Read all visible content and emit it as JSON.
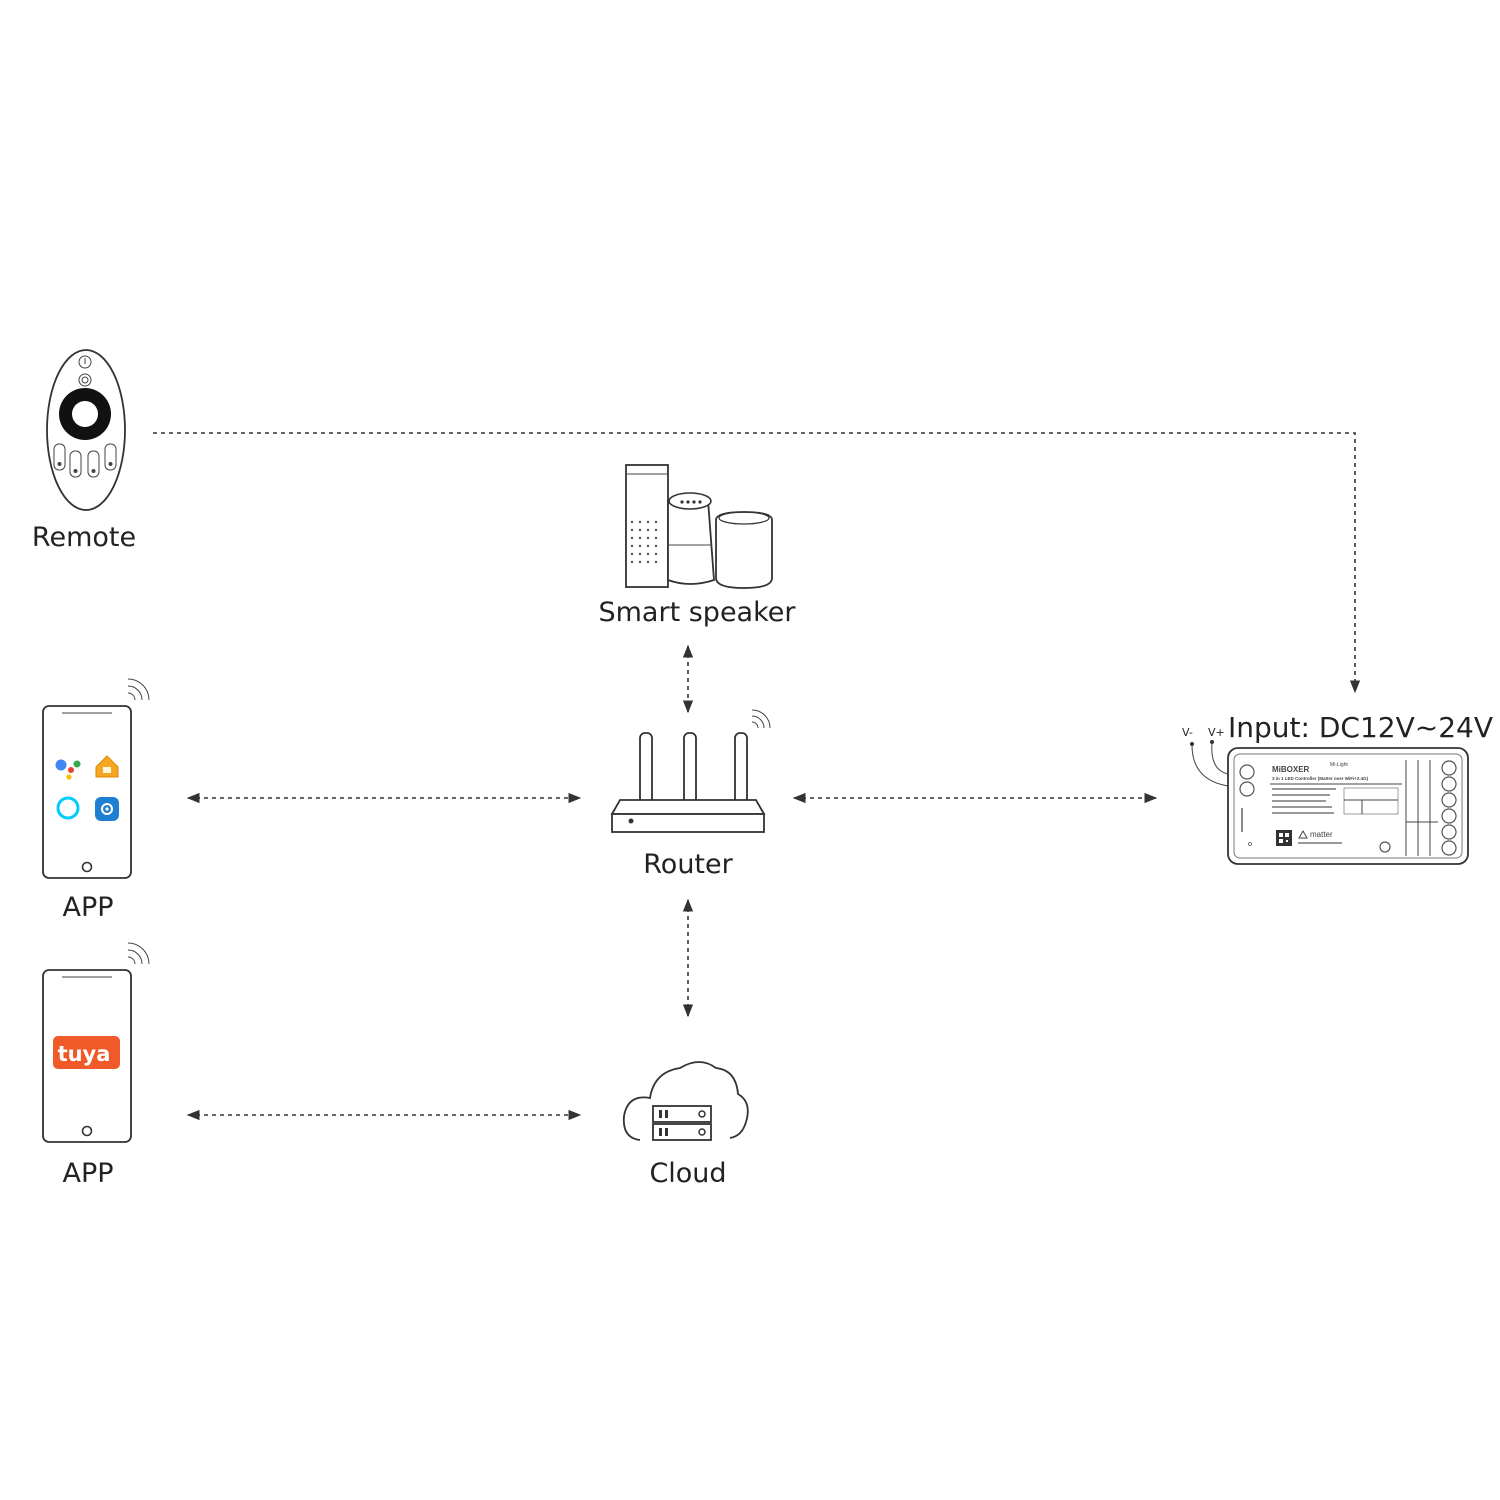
{
  "labels": {
    "remote": "Remote",
    "smart_speaker": "Smart speaker",
    "router": "Router",
    "cloud": "Cloud",
    "app_top": "APP",
    "app_bottom": "APP",
    "input": "Input: DC12V~24V",
    "v_minus": "V-",
    "v_plus": "V+"
  },
  "controller": {
    "brand": "MiBOXER",
    "line1": "Mi-Light",
    "line2": "3 in 1 LED Controller (Matter over WiFi+2.4G)",
    "matter": "matter"
  },
  "tuya_logo": "tuya",
  "colors": {
    "line": "#333333",
    "text": "#222222",
    "tuya": "#f05a28",
    "google_blue": "#4285f4",
    "google_red": "#ea4335",
    "google_yellow": "#fbbc05",
    "google_green": "#34a853",
    "home_orange": "#f5a623",
    "alexa_cyan": "#00caff",
    "smartthings_blue": "#1f7fd1"
  }
}
